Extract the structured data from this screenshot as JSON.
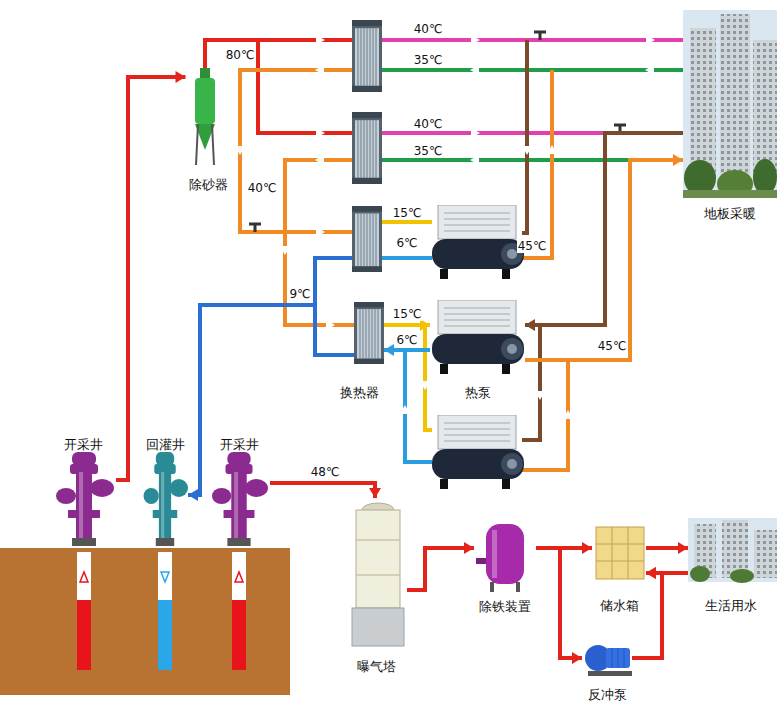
{
  "diagram": {
    "nodes": [
      {
        "text": [
          "除砂器"
        ]
      },
      {
        "text": [
          "地板采暖"
        ]
      },
      {
        "text": [
          "换热器"
        ]
      },
      {
        "text": [
          "热泵"
        ]
      },
      {
        "text": [
          "开采井"
        ]
      },
      {
        "text": [
          "回灌井"
        ]
      },
      {
        "text": [
          "开采井"
        ]
      },
      {
        "text": [
          "曝气塔"
        ]
      },
      {
        "text": [
          "除铁装置"
        ]
      },
      {
        "text": [
          "储水箱"
        ]
      },
      {
        "text": [
          "生活用水"
        ]
      },
      {
        "text": [
          "反冲泵"
        ]
      }
    ],
    "edges": [
      {
        "from": 4,
        "to": 0,
        "arrow": "to"
      },
      {
        "from": 6,
        "to": 7,
        "label": "48℃",
        "arrow": "to"
      },
      {
        "from": 7,
        "to": 8,
        "arrow": "to"
      },
      {
        "from": 8,
        "to": 9,
        "arrow": "to"
      },
      {
        "from": 9,
        "to": 10,
        "arrow": "to"
      },
      {
        "from": 10,
        "to": 9,
        "arrow": "to"
      },
      {
        "from": 8,
        "to": 11,
        "arrow": "to"
      },
      {
        "from": 11,
        "to": 9,
        "arrow": "to"
      },
      {
        "from": 2,
        "to": 5,
        "arrow": "to"
      },
      {
        "from": 2,
        "to": 3,
        "label": "15℃",
        "arrow": "to"
      },
      {
        "from": 3,
        "to": 2,
        "label": "6℃",
        "arrow": "to"
      },
      {
        "from": 3,
        "to": 1,
        "label": "45℃",
        "arrow": "to"
      },
      {
        "from": 1,
        "to": 3,
        "arrow": "to"
      }
    ],
    "labels": [
      "80℃",
      "40℃",
      "35℃",
      "40℃",
      "35℃",
      "40℃",
      "15℃",
      "6℃",
      "45℃",
      "9℃"
    ]
  }
}
